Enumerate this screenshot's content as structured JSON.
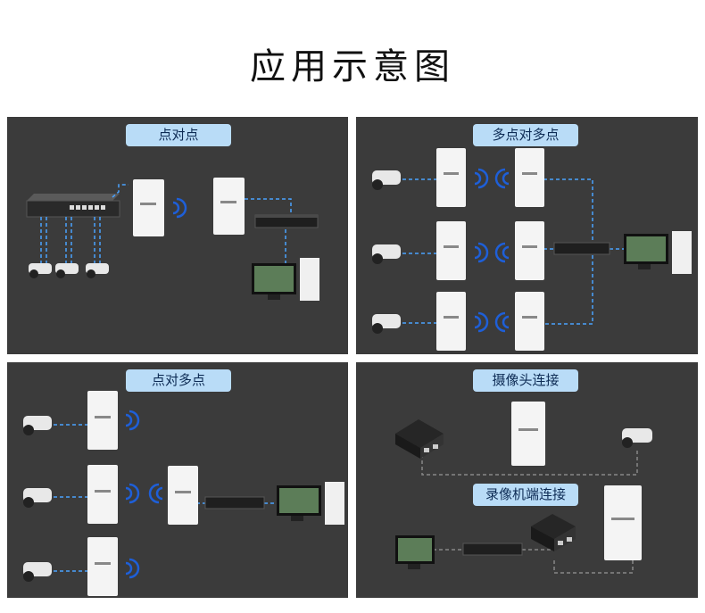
{
  "page_title": "应用示意图",
  "panels": [
    {
      "label": "点对点"
    },
    {
      "label": "多点对多点"
    },
    {
      "label": "点对多点"
    },
    {
      "label": "摄像头连接",
      "label2": "录像机端连接"
    }
  ],
  "colors": {
    "panel_bg": "#3b3b3b",
    "label_bg": "#b9dcf7",
    "link_dash": "#4aa3ff",
    "wifi": "#1e5fd8"
  }
}
